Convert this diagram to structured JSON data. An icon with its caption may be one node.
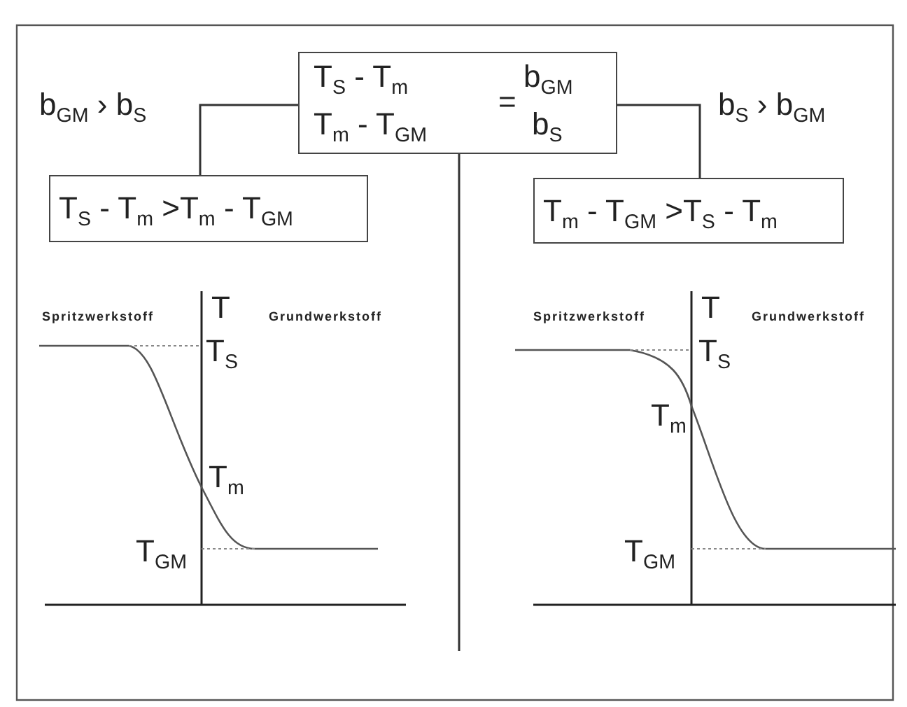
{
  "diagram": {
    "nodes": [
      {
        "text": [
          "T$_{S}$ - T$_{m}$",
          "T$_{m}$ - T$_{GM}$",
          "=",
          "b$_{GM}$",
          "b$_{S}$"
        ]
      },
      {
        "text": [
          "T$_{S}$ - T$_{m}$ >T$_{m}$ - T$_{GM}$"
        ]
      },
      {
        "text": [
          "T$_{m}$ - T$_{GM}$ >T$_{S}$ - T$_{m}$"
        ]
      }
    ],
    "edges": [
      {
        "from": 0,
        "to": 1,
        "arrow": "none",
        "label": "b$_{GM}$ › b$_{S}$"
      },
      {
        "from": 0,
        "to": 2,
        "arrow": "none",
        "label": "b$_{S}$ › b$_{GM}$"
      }
    ],
    "labels": [
      "Spritzwerkstoff",
      "T",
      "Grundwerkstoff",
      "T$_{S}$",
      "T$_{m}$",
      "T$_{GM}$",
      "Spritzwerkstoff",
      "T",
      "Grundwerkstoff",
      "T$_{S}$",
      "T$_{m}$",
      "T$_{GM}$"
    ]
  }
}
